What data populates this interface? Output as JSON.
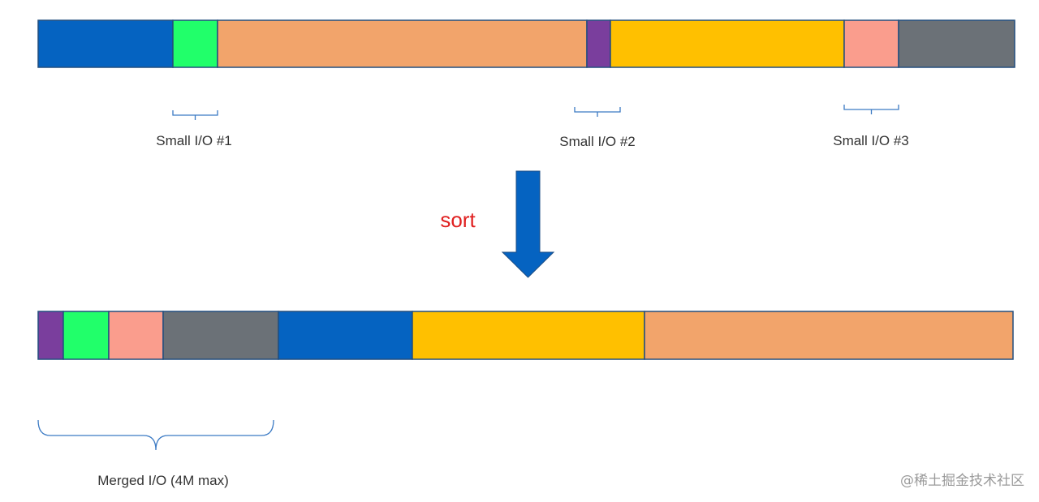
{
  "colors": {
    "blue": "#0563c1",
    "green": "#21ff6a",
    "orange": "#f2a46b",
    "purple": "#7a3e9d",
    "yellow": "#ffc000",
    "pink": "#fa9d8d",
    "gray": "#6b7177",
    "border": "#234e7e",
    "bracket": "#3b7ac4",
    "arrow": "#0563c1",
    "sort": "#e02020"
  },
  "top_bar": {
    "segments": [
      "blue",
      "green",
      "orange",
      "purple",
      "yellow",
      "pink",
      "gray"
    ]
  },
  "bottom_bar": {
    "segments": [
      "purple",
      "green",
      "pink",
      "gray",
      "blue",
      "yellow",
      "orange"
    ]
  },
  "labels": {
    "small_io_1": "Small I/O #1",
    "small_io_2": "Small I/O #2",
    "small_io_3": "Small I/O #3",
    "sort": "sort",
    "merged_io": "Merged I/O (4M max)"
  },
  "watermark": "@稀土掘金技术社区"
}
